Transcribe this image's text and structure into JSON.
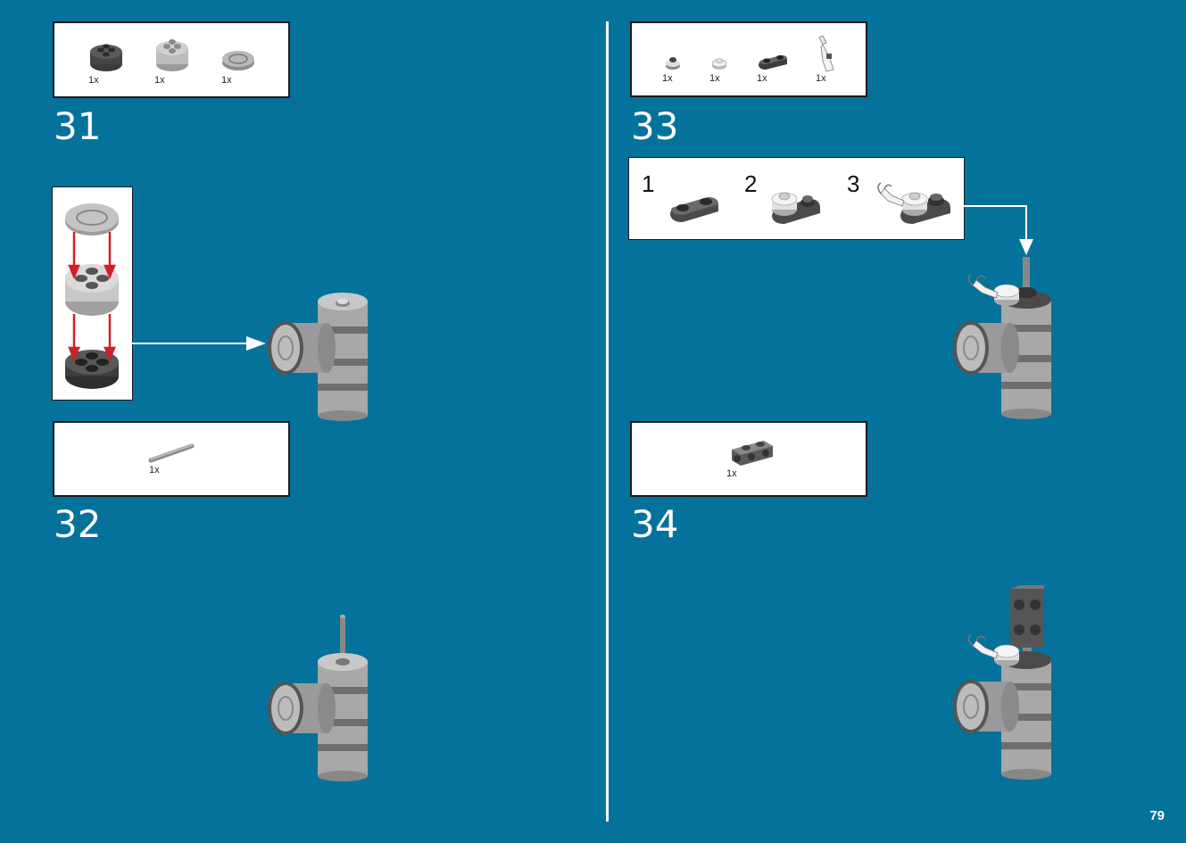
{
  "page_number": "79",
  "steps": [
    {
      "number": "31",
      "parts": [
        {
          "qty": "1x",
          "icon": "dark-round-brick-icon"
        },
        {
          "qty": "1x",
          "icon": "light-round-brick-icon"
        },
        {
          "qty": "1x",
          "icon": "printed-round-tile-icon"
        }
      ]
    },
    {
      "number": "32",
      "parts": [
        {
          "qty": "1x",
          "icon": "bar-icon"
        }
      ]
    },
    {
      "number": "33",
      "parts": [
        {
          "qty": "1x",
          "icon": "small-round-plate-icon"
        },
        {
          "qty": "1x",
          "icon": "white-round-plate-icon"
        },
        {
          "qty": "1x",
          "icon": "dark-2x1-plate-icon"
        },
        {
          "qty": "1x",
          "icon": "white-arm-icon"
        }
      ],
      "substeps": [
        "1",
        "2",
        "3"
      ]
    },
    {
      "number": "34",
      "parts": [
        {
          "qty": "1x",
          "icon": "studs-on-sides-brick-icon"
        }
      ]
    }
  ],
  "colors": {
    "background": "#04729a",
    "arrow": "#d0202a",
    "frame": "#1a1a1a"
  }
}
